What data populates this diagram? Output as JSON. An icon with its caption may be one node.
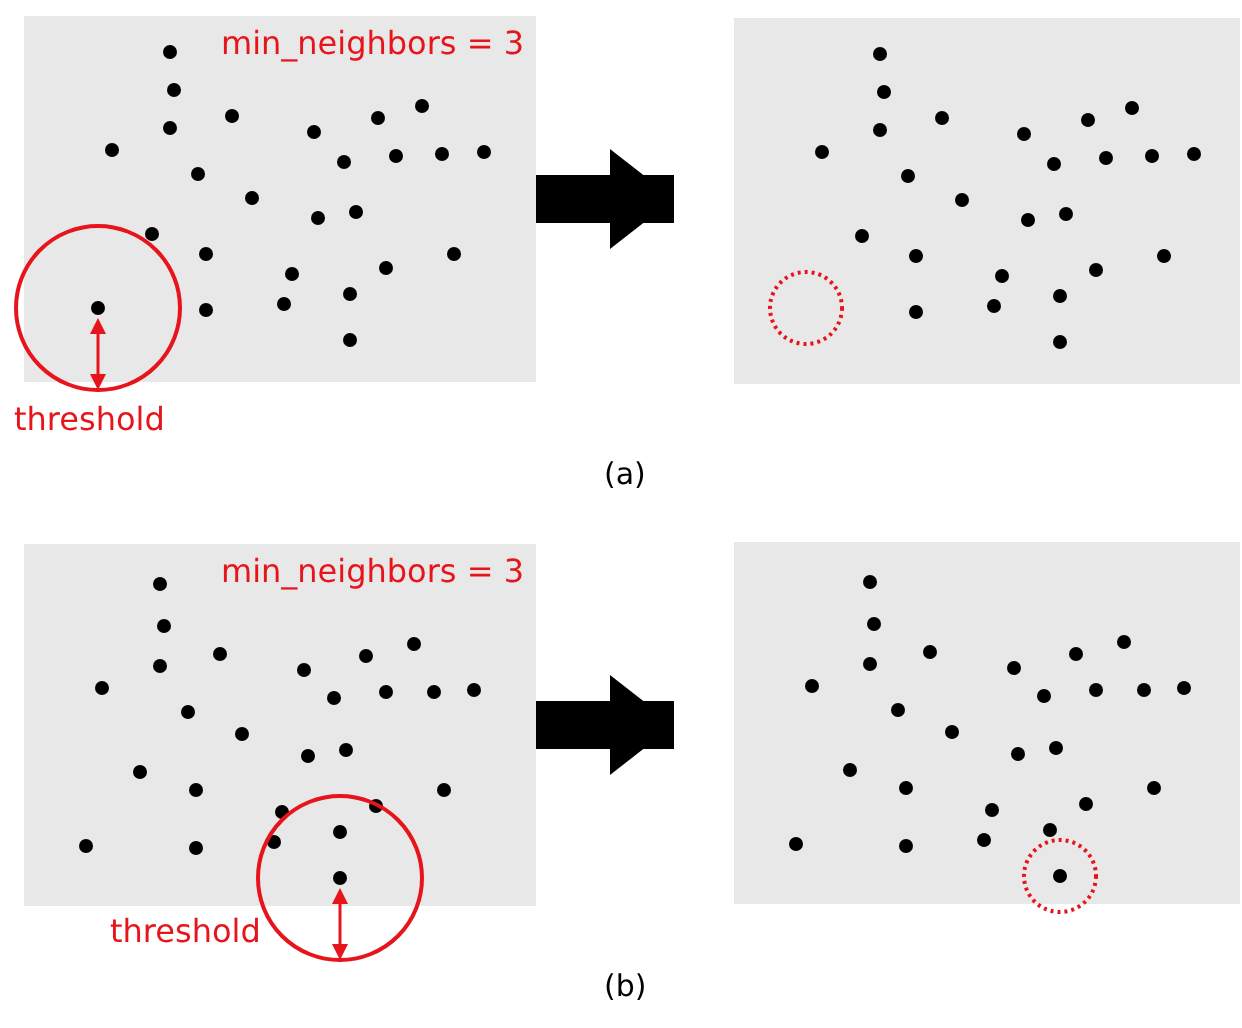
{
  "diagram": {
    "nodes": [
      {
        "text": [
          "min_neighbors = 3"
        ],
        "beside": [
          "threshold"
        ]
      },
      {
        "text": [],
        "shape": "box"
      },
      {
        "text": [
          "min_neighbors = 3"
        ],
        "beside": [
          "threshold"
        ]
      },
      {
        "text": [],
        "shape": "box"
      }
    ],
    "edges": [
      {
        "from": 0,
        "to": 1,
        "arrow": "to"
      },
      {
        "from": 2,
        "to": 3,
        "arrow": "to"
      }
    ],
    "labels": [
      "(a)",
      "(b)"
    ]
  }
}
